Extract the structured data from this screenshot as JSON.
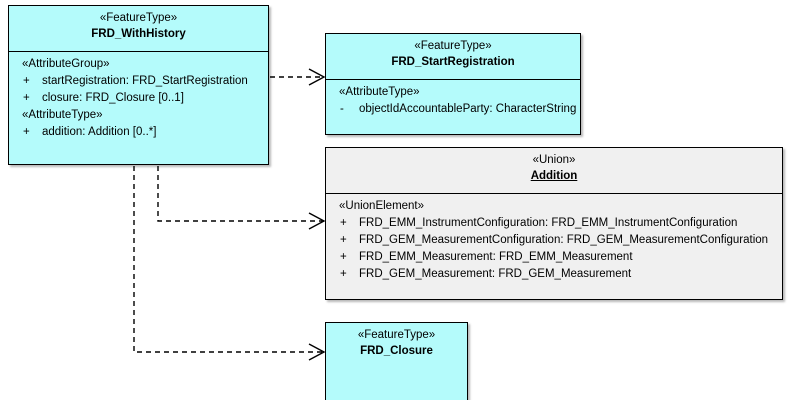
{
  "diagram": {
    "title": "UML class diagram",
    "background": "#ffffff",
    "colors": {
      "feature_type_fill": "#b4fbfb",
      "union_fill": "#f0f0f0",
      "border": "#000000",
      "connector": "#000000"
    }
  },
  "classes": [
    {
      "id": "frd-withhistory",
      "stereotype": "«FeatureType»",
      "name": "FRD_WithHistory",
      "fill": "feature_type_fill",
      "compartments": [
        {
          "group": "«AttributeGroup»",
          "attributes": [
            {
              "visibility": "+",
              "text": "startRegistration: FRD_StartRegistration"
            },
            {
              "visibility": "+",
              "text": "closure: FRD_Closure [0..1]"
            }
          ]
        },
        {
          "group": "«AttributeType»",
          "attributes": [
            {
              "visibility": "+",
              "text": "addition: Addition [0..*]"
            }
          ]
        }
      ]
    },
    {
      "id": "frd-startregistration",
      "stereotype": "«FeatureType»",
      "name": "FRD_StartRegistration",
      "fill": "feature_type_fill",
      "compartments": [
        {
          "group": "«AttributeType»",
          "attributes": [
            {
              "visibility": "-",
              "text": "objectIdAccountableParty: CharacterString"
            }
          ]
        }
      ]
    },
    {
      "id": "addition",
      "stereotype": "«Union»",
      "name": "Addition",
      "fill": "union_fill",
      "compartments": [
        {
          "group": "«UnionElement»",
          "attributes": [
            {
              "visibility": "+",
              "text": "FRD_EMM_InstrumentConfiguration: FRD_EMM_InstrumentConfiguration"
            },
            {
              "visibility": "+",
              "text": "FRD_GEM_MeasurementConfiguration: FRD_GEM_MeasurementConfiguration"
            },
            {
              "visibility": "+",
              "text": "FRD_EMM_Measurement: FRD_EMM_Measurement"
            },
            {
              "visibility": "+",
              "text": "FRD_GEM_Measurement: FRD_GEM_Measurement"
            }
          ]
        }
      ]
    },
    {
      "id": "frd-closure",
      "stereotype": "«FeatureType»",
      "name": "FRD_Closure",
      "fill": "feature_type_fill",
      "compartments": []
    }
  ],
  "connectors": [
    {
      "id": "withhistory-to-startregistration",
      "from": "frd-withhistory",
      "to": "frd-startregistration",
      "style": "dashed",
      "arrow": "open"
    },
    {
      "id": "withhistory-to-addition",
      "from": "frd-withhistory",
      "to": "addition",
      "style": "dashed",
      "arrow": "open"
    },
    {
      "id": "withhistory-to-closure",
      "from": "frd-withhistory",
      "to": "frd-closure",
      "style": "dashed",
      "arrow": "open"
    }
  ]
}
